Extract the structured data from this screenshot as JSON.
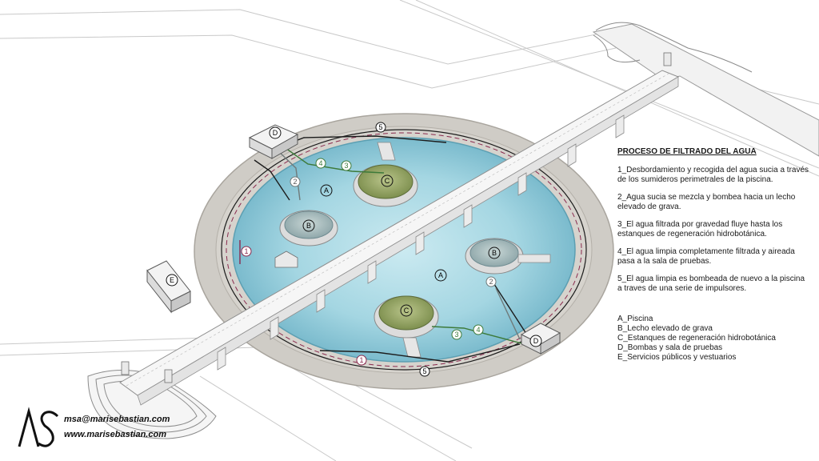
{
  "legend": {
    "title": "PROCESO DE FILTRADO DEL AGUA",
    "steps": [
      "1_Desbordamiento y recogida del agua sucia a través de los sumideros perimetrales de la piscina.",
      "2_Agua sucia se mezcla y bombea hacia un lecho elevado de grava.",
      "3_El agua filtrada por gravedad fluye hasta los estanques de regeneración hidrobotánica.",
      "4_El agua limpia completamente filtrada y aireada pasa a la sala de pruebas.",
      "5_El agua limpia es bombeada de nuevo a la piscina a traves de una serie de impulsores."
    ],
    "keys": [
      "A_Piscina",
      "B_Lecho elevado de grava",
      "C_Estanques de regeneración hidrobotánica",
      "D_Bombas y sala de pruebas",
      "E_Servicios públicos y vestuarios"
    ]
  },
  "markers": {
    "A": "A",
    "B": "B",
    "C": "C",
    "D": "D",
    "E": "E",
    "n1": "1",
    "n2": "2",
    "n3": "3",
    "n4": "4",
    "n5": "5"
  },
  "brand": {
    "logo_text": "AS",
    "email": "msa@marisebastian.com",
    "website": "www.marisebastian.com"
  },
  "colors": {
    "water": "#a9dbe6",
    "water_deep": "#6fb8cc",
    "deck": "#cfccc6",
    "bridge": "#f4f4f4",
    "flow_dirty": "#8a2a4e",
    "flow_black": "#1c1c1c",
    "flow_green": "#3d7a3a",
    "vegetation": "#9cab6a"
  }
}
